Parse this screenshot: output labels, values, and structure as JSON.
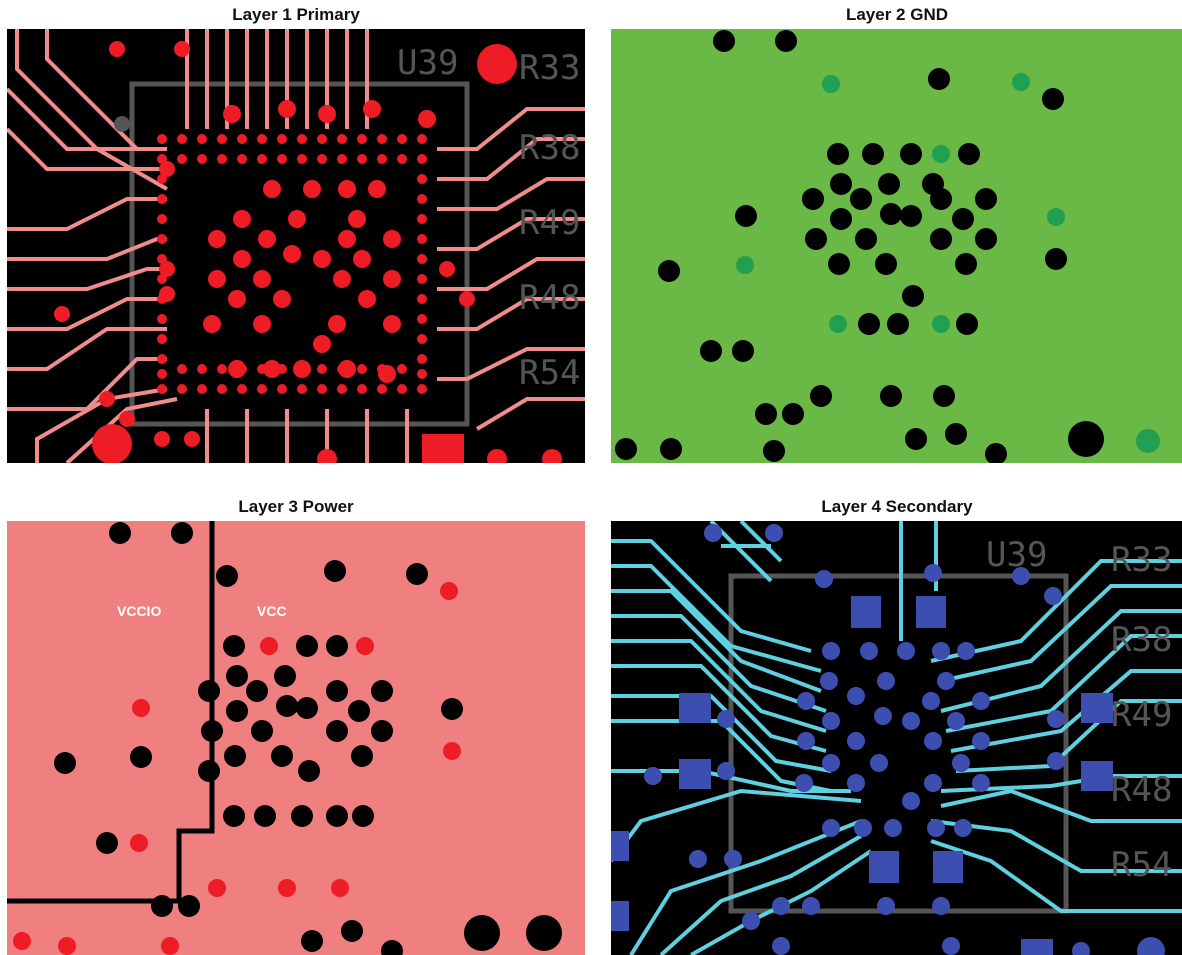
{
  "panels": [
    {
      "title": "Layer 1 Primary"
    },
    {
      "title": "Layer 2 GND"
    },
    {
      "title": "Layer 3 Power"
    },
    {
      "title": "Layer 4 Secondary"
    }
  ],
  "silkscreen": {
    "ref": "U39",
    "resistors": [
      "R33",
      "R38",
      "R49",
      "R48",
      "R54"
    ]
  },
  "power_labels": {
    "left": "VCCIO",
    "right": "VCC"
  },
  "colors": {
    "primary_bg": "#000000",
    "primary_trace": "#f08c8c",
    "primary_pad": "#ee1c24",
    "gnd_plane": "#6ab845",
    "gnd_via": "#20a050",
    "power_plane": "#f08080",
    "power_via": "#ee1c24",
    "secondary_bg": "#000000",
    "secondary_trace": "#5fd0e0",
    "secondary_pad": "#3c4fb0",
    "silk_outline": "#555555"
  }
}
